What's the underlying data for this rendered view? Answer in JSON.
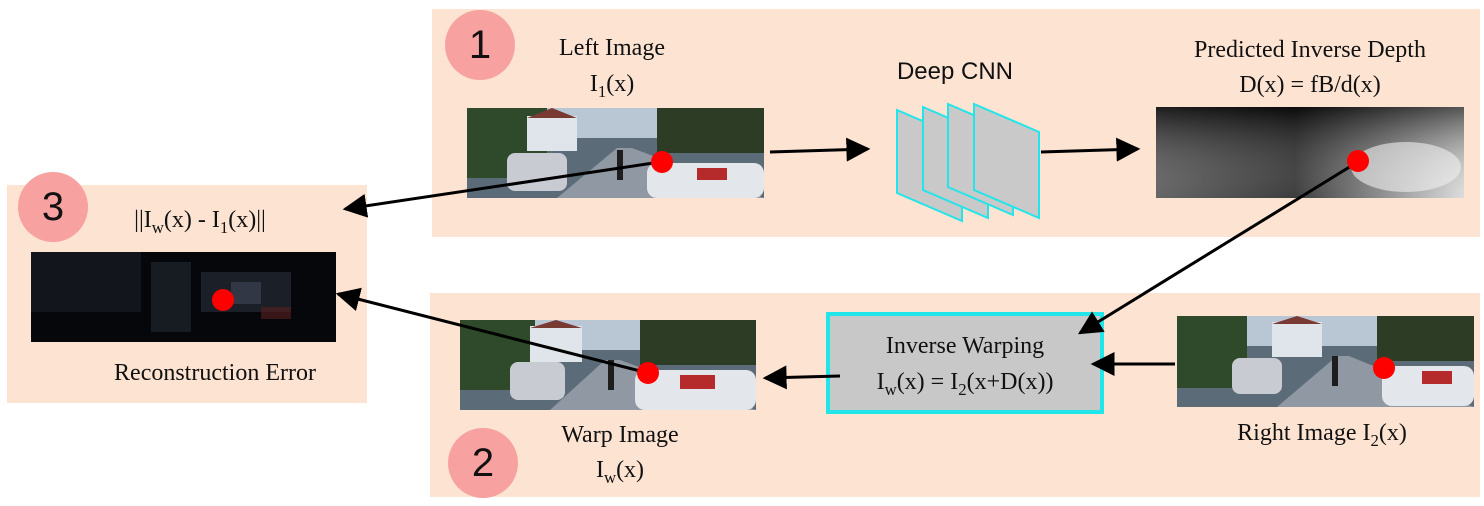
{
  "badges": {
    "one": "1",
    "two": "2",
    "three": "3"
  },
  "top": {
    "left_image_title": "Left Image",
    "left_image_eq": {
      "base": "I",
      "sub": "1",
      "rest": "(x)"
    },
    "cnn_label": "Deep CNN",
    "depth_title": "Predicted Inverse Depth",
    "depth_eq": "D(x) = fB/d(x)"
  },
  "bottom": {
    "warp_image_title": "Warp Image",
    "warp_image_eq": {
      "base": "I",
      "sub": "w",
      "rest": "(x)"
    },
    "warping_title": "Inverse Warping",
    "warping_eq": {
      "a": "I",
      "a_sub": "w",
      "b": "(x) = I",
      "b_sub": "2",
      "c": "(x+D(x))"
    },
    "right_image": {
      "text": "Right Image I",
      "sub": "2",
      "rest": "(x)"
    }
  },
  "error": {
    "formula": {
      "a": "||I",
      "a_sub": "w",
      "b": "(x) - I",
      "b_sub": "1",
      "c": "(x)||"
    },
    "label": "Reconstruction Error"
  },
  "colors": {
    "panel": "#fde3d2",
    "badge": "#f7a1a1",
    "accent": "#22e5ea",
    "marker": "#ff0000",
    "arrow": "#000000"
  },
  "icons": [
    "cnn-layers-icon",
    "red-dot-marker-icon",
    "arrow-icon"
  ]
}
